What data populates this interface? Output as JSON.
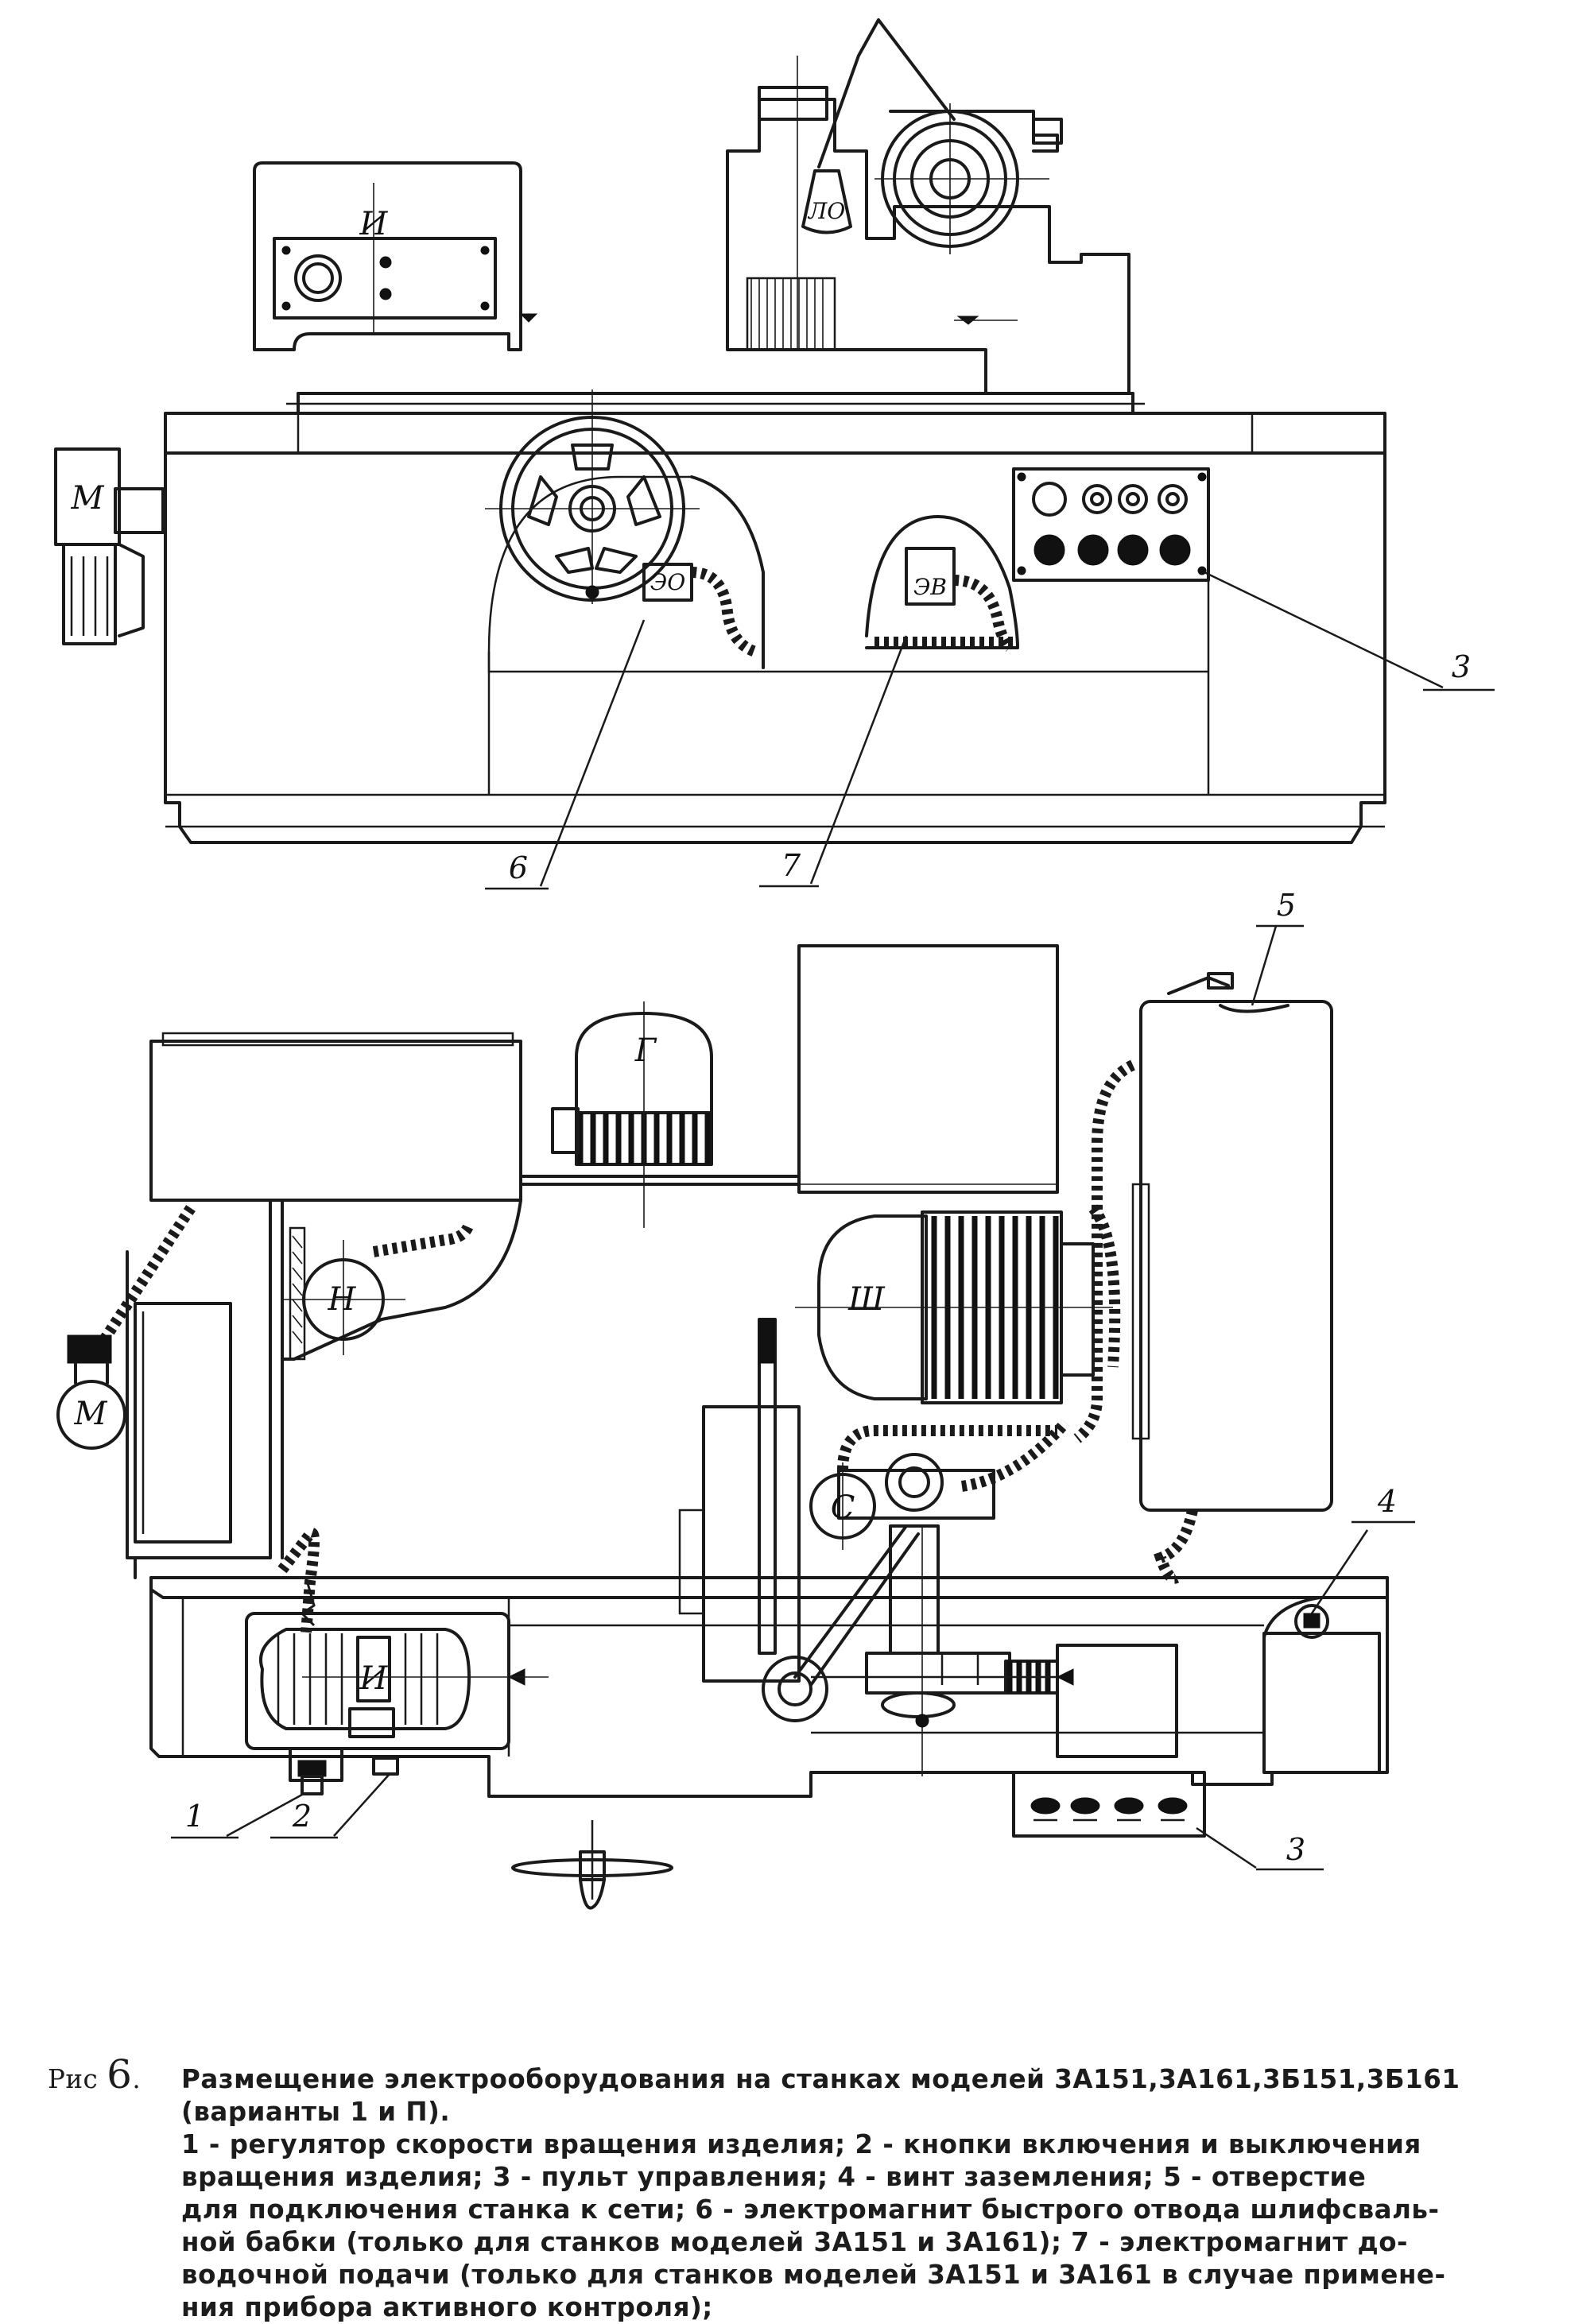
{
  "top_view": {
    "labels": {
      "u": "И",
      "m": "М",
      "lo": "ЛО",
      "eo": "ЭО",
      "ev": "ЭВ"
    },
    "callouts": [
      "3",
      "6",
      "7"
    ]
  },
  "bottom_view": {
    "labels": {
      "g": "Г",
      "n": "Н",
      "m": "М",
      "sh": "Ш",
      "s": "С",
      "u": "И"
    },
    "callouts": [
      "5",
      "4",
      "1",
      "2",
      "3"
    ]
  },
  "caption": {
    "prefix": "Рис",
    "figure_number": "6",
    "title": "Размещение электрооборудования на станках моделей 3А151,3А161,3Б151,3Б161",
    "variants": "(варианты 1 и П).",
    "lines": [
      "1 - регулятор скорости вращения изделия;  2 - кнопки включения и выключения",
      "вращения изделия;  3 - пульт управления;  4 - винт заземления;  5 - отверстие",
      "для подключения станка к сети;  6 - электромагнит быстрого отвода шлифсваль-",
      "ной бабки (только для станков моделей 3А151 и 3А161);  7 - электромагнит до-",
      "водочной подачи (только для станков моделей 3А151 и 3А161 в случае примене-",
      "ния прибора активного контроля);"
    ]
  }
}
